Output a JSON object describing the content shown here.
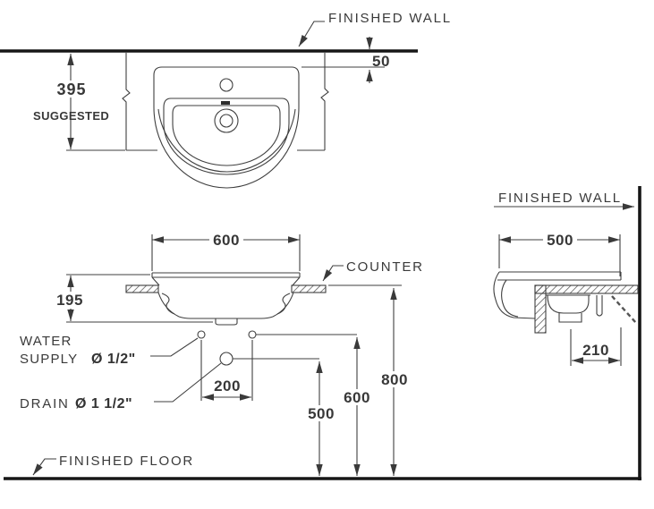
{
  "colors": {
    "line": "#3f3f3f",
    "heavy_line": "#161616",
    "text": "#3a3a3a",
    "background": "#ffffff"
  },
  "plan_view": {
    "wall_label": "FINISHED WALL",
    "wall_offset_dim": "50",
    "suggested_depth_dim": "395",
    "suggested_label": "SUGGESTED"
  },
  "front_view": {
    "basin_width_dim": "600",
    "basin_depth_dim": "195",
    "counter_label": "COUNTER",
    "water_label_line1": "WATER",
    "water_label_line2": "SUPPLY",
    "water_size": "Ø 1/2\"",
    "drain_label": "DRAIN",
    "drain_size": "Ø 1 1/2\"",
    "supply_spacing_dim": "200",
    "drain_height_dim": "500",
    "supply_height_dim": "600",
    "counter_height_dim": "800",
    "floor_label": "FINISHED FLOOR"
  },
  "side_view": {
    "wall_label": "FINISHED WALL",
    "counter_depth_dim": "500",
    "drain_offset_dim": "210"
  }
}
